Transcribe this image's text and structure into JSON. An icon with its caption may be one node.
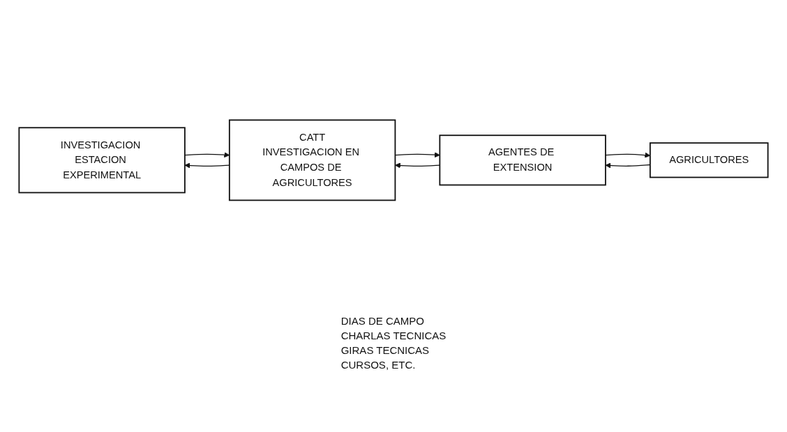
{
  "diagram": {
    "nodes": [
      {
        "text": [
          "INVESTIGACION ESTACION EXPERIMENTAL"
        ]
      },
      {
        "text": [
          "CATT",
          "INVESTIGACION EN CAMPOS DE AGRICULTORES"
        ]
      },
      {
        "text": [
          "AGENTES DE EXTENSION"
        ]
      },
      {
        "text": [
          "AGRICULTORES"
        ]
      }
    ],
    "edges": [
      {
        "from": 0,
        "to": 1,
        "arrow": "to"
      },
      {
        "from": 1,
        "to": 2,
        "arrow": "to"
      },
      {
        "from": 2,
        "to": 3,
        "arrow": "to"
      },
      {
        "from": 1,
        "to": 0,
        "arrow": "to"
      },
      {
        "from": 2,
        "to": 1,
        "arrow": "to"
      },
      {
        "from": 3,
        "to": 2,
        "arrow": "to"
      }
    ],
    "labels": [
      "DIAS DE CAMPO",
      "CHARLAS TECNICAS",
      "GIRAS TECNICAS",
      "CURSOS, ETC."
    ]
  }
}
